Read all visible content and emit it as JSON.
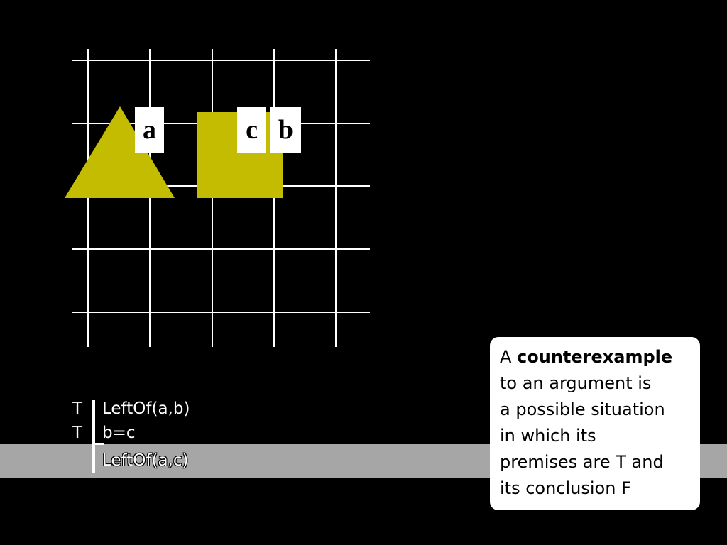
{
  "colors": {
    "background": "#000000",
    "grid": "#ffffff",
    "shape_fill": "#c3bc00",
    "band": "#a6a6a6",
    "label_bg": "#ffffff",
    "text": "#ffffff"
  },
  "world": {
    "objects": [
      {
        "label": "a",
        "shape": "triangle"
      },
      {
        "label": "c",
        "shape": "square"
      },
      {
        "label": "b",
        "shape": "square"
      }
    ]
  },
  "proof": {
    "premises": [
      {
        "truth": "T",
        "sentence": "LeftOf(a,b)"
      },
      {
        "truth": "T",
        "sentence": "b=c"
      }
    ],
    "conclusion": {
      "truth": "",
      "sentence": "LeftOf(a,c)"
    }
  },
  "callout": {
    "line1_prefix": "A ",
    "line1_bold": "counterexample",
    "line2": "to an argument is",
    "line3": "a possible situation",
    "line4": "in which its",
    "line5": "premises are T and",
    "line6": "its conclusion F"
  }
}
